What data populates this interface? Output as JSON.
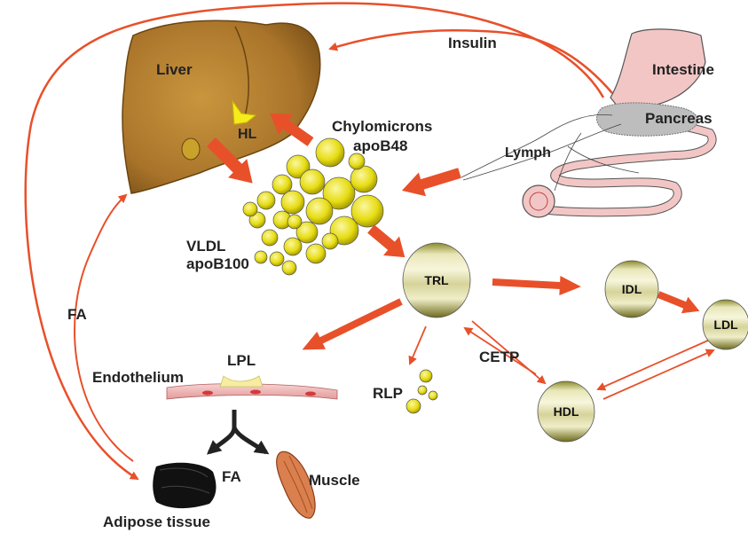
{
  "labels": {
    "liver": "Liver",
    "hl": "HL",
    "insulin": "Insulin",
    "intestine": "Intestine",
    "pancreas": "Pancreas",
    "lymph": "Lymph",
    "chylomicrons": "Chylomicrons",
    "apob48": "apoB48",
    "vldl": "VLDL",
    "apob100": "apoB100",
    "fa_left": "FA",
    "lpl": "LPL",
    "endothelium": "Endothelium",
    "fa_bottom": "FA",
    "muscle": "Muscle",
    "adipose": "Adipose tissue",
    "rlp": "RLP",
    "cetp": "CETP"
  },
  "nodes": {
    "trl": "TRL",
    "idl": "IDL",
    "ldl": "LDL",
    "hdl": "HDL"
  },
  "colors": {
    "arrow": "#e8502a",
    "liver": "#a8762a",
    "lipoprotein": "#e8e01a",
    "intestine": "#f3c6c6",
    "pancreas": "#bfbfbf",
    "endothelium": "#f2b8b8",
    "muscle": "#d9804e"
  }
}
